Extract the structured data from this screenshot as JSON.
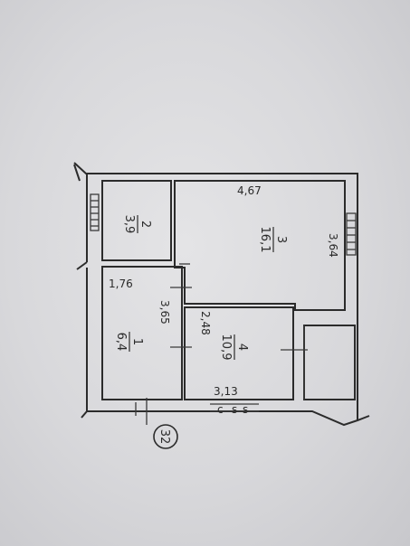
{
  "sheet": {
    "number": "32"
  },
  "rooms": [
    {
      "number": "1",
      "area": "6,4"
    },
    {
      "number": "2",
      "area": "3,9"
    },
    {
      "number": "3",
      "area": "16,1"
    },
    {
      "number": "4",
      "area": "10,9"
    }
  ],
  "dimensions": {
    "room3_width": "4,67",
    "room3_depth": "3,64",
    "room1_width": "1,76",
    "room1_depth": "3,65",
    "room4_depth": "2,48",
    "room4_width": "3,13"
  }
}
